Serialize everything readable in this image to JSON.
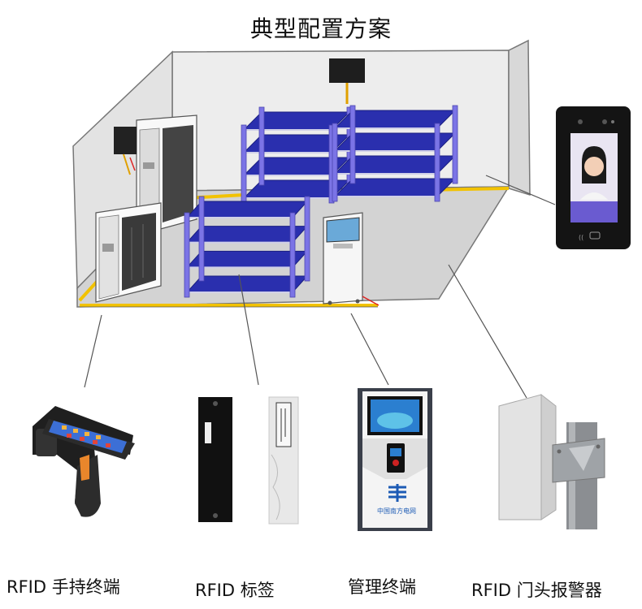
{
  "title": "典型配置方案",
  "devices": [
    {
      "id": "handheld",
      "label": "RFID 手持终端",
      "icon": "handheld-rfid-reader-icon"
    },
    {
      "id": "tag",
      "label": "RFID 标签",
      "icon": "rfid-tag-icon"
    },
    {
      "id": "terminal",
      "label": "管理终端",
      "icon": "kiosk-terminal-icon"
    },
    {
      "id": "alarm",
      "label": "RFID 门头报警器",
      "icon": "door-alarm-antenna-icon"
    }
  ],
  "room": {
    "icon": "warehouse-room-illustration",
    "face_panel_icon": "face-recognition-panel-icon"
  },
  "kiosk_logo": {
    "text": "中国南方电网",
    "icon": "csg-logo-icon"
  },
  "colors": {
    "shelf": "#2a2fae",
    "shelf_frame": "#7b74e6",
    "floor_line": "#f2c200",
    "wall": "#ececec"
  }
}
